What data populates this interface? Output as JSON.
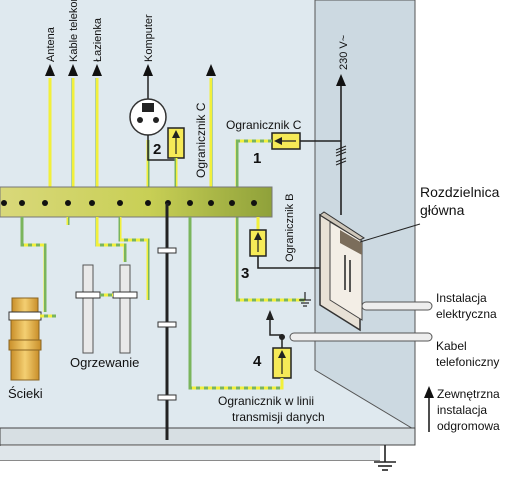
{
  "colors": {
    "room_bg": "#dfe9ef",
    "wall": "#c9d6de",
    "wall_edge": "#4a4a4a",
    "earth_bar": "#cfd26a",
    "earth_bar_dark": "#9aa33a",
    "green_yellow": "#7ab55c",
    "yellow": "#f2f03a",
    "wire": "#222222",
    "protector_fill": "#f6ea57",
    "pipe_fill": "#e7b54f",
    "panel_fill": "#e8e1d6"
  },
  "labels": {
    "top_services": [
      "Antena",
      "Kable telekomun",
      "Łazienka"
    ],
    "komputer": "Komputer",
    "ogranicznik_c_vertical": "Ogranicznik C",
    "ogranicznik_c_horizontal": "Ogranicznik C",
    "ogranicznik_b": "Ogranicznik B",
    "voltage": "230 V~",
    "rozdzielnica": "Rozdzielnica główna",
    "rozdzielnica_line1": "Rozdzielnica",
    "rozdzielnica_line2": "główna",
    "instalacja_line1": "Instalacja",
    "instalacja_line2": "elektryczna",
    "kabel_line1": "Kabel",
    "kabel_line2": "telefoniczny",
    "zewnetrzna_line1": "Zewnętrzna",
    "zewnetrzna_line2": "instalacja",
    "zewnetrzna_line3": "odgromowa",
    "ogrzewanie": "Ogrzewanie",
    "scieki": "Ścieki",
    "ogranicznik_linia_line1": "Ogranicznik w linii",
    "ogranicznik_linia_line2": "transmisji danych"
  },
  "numbers": [
    "1",
    "2",
    "3",
    "4"
  ],
  "icons": [
    "arrow-up-icon",
    "socket-icon",
    "ground-symbol-icon",
    "surge-protector-icon"
  ]
}
